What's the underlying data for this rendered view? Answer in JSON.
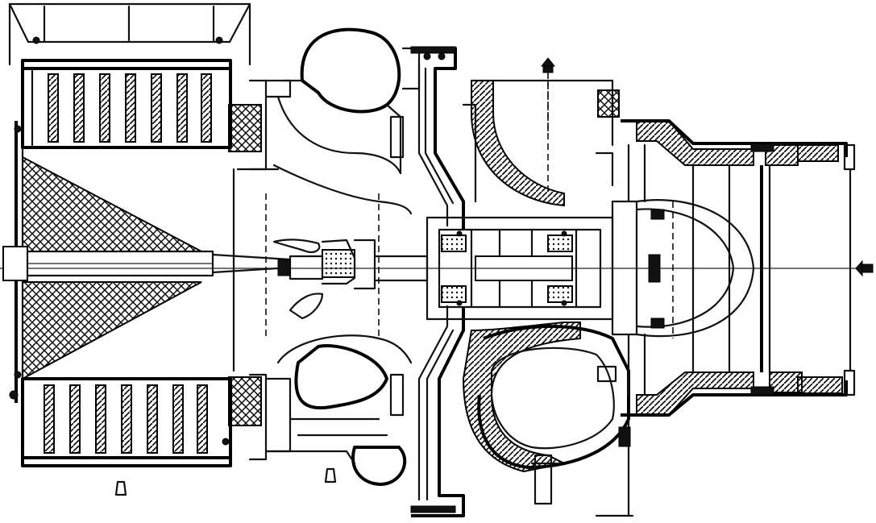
{
  "figure": {
    "labels": [],
    "arrows": [
      {
        "name": "gas-outlet-arrow",
        "direction": "up"
      },
      {
        "name": "air-inlet-arrow",
        "direction": "left"
      }
    ]
  }
}
